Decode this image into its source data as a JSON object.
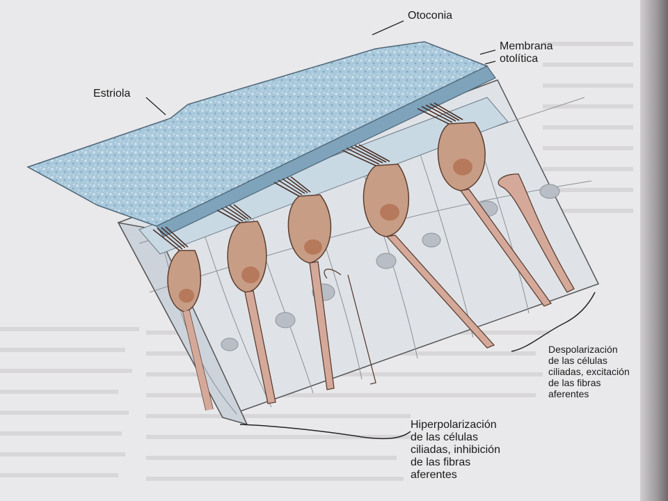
{
  "labels": {
    "otoconia": "Otoconia",
    "membrana": "Membrana\notolítica",
    "estriola": "Estriola",
    "despolarizacion": "Despolarización\nde las células\nciliadas, excitación\nde las fibras\naferentes",
    "hiperpolarizacion": "Hiperpolarización\nde las células\nciliadas, inhibición\nde las fibras\naferentes"
  },
  "colors": {
    "page": "#e9e8ea",
    "otolith": "#a9c8db",
    "membrane": "#9fbfd3",
    "epithelium": "#dfe3e8",
    "hair_cell": "#c89d85",
    "nucleus": "#b7795b",
    "nerve_fiber": "#d5a99a"
  }
}
